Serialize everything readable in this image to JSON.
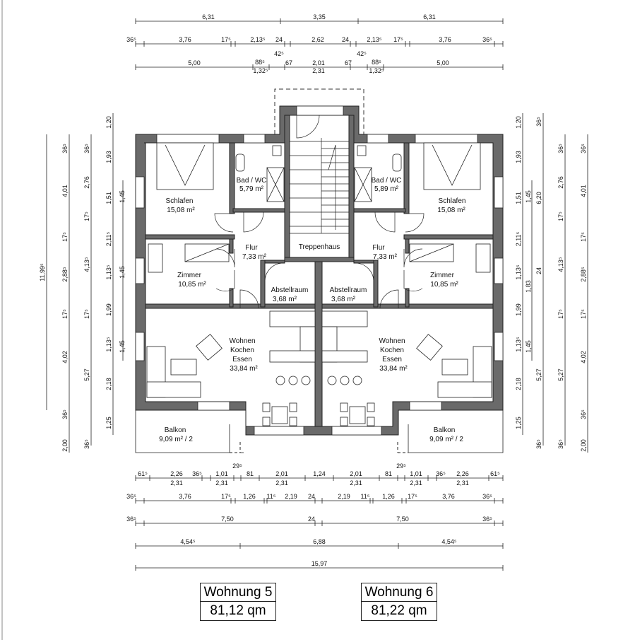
{
  "rooms": {
    "schlafen_l": {
      "name": "Schlafen",
      "area": "15,08 m²"
    },
    "bad_l": {
      "name": "Bad / WC",
      "area": "5,79 m²"
    },
    "flur_l": {
      "name": "Flur",
      "area": "7,33 m²"
    },
    "zimmer_l": {
      "name": "Zimmer",
      "area": "10,85 m²"
    },
    "abstell_l": {
      "name": "Abstellraum",
      "area": "3,68 m²"
    },
    "wohnen_l": {
      "name": "Wohnen",
      "name2": "Kochen",
      "name3": "Essen",
      "area": "33,84 m²"
    },
    "balkon_l": {
      "name": "Balkon",
      "area": "9,09 m² / 2"
    },
    "treppe": {
      "name": "Treppenhaus"
    },
    "schlafen_r": {
      "name": "Schlafen",
      "area": "15,08 m²"
    },
    "bad_r": {
      "name": "Bad / WC",
      "area": "5,89 m²"
    },
    "flur_r": {
      "name": "Flur",
      "area": "7,33 m²"
    },
    "zimmer_r": {
      "name": "Zimmer",
      "area": "10,85 m²"
    },
    "abstell_r": {
      "name": "Abstellraum",
      "area": "3,68 m²"
    },
    "wohnen_r": {
      "name": "Wohnen",
      "name2": "Kochen",
      "name3": "Essen",
      "area": "33,84 m²"
    },
    "balkon_r": {
      "name": "Balkon",
      "area": "9,09 m² / 2"
    }
  },
  "units": [
    {
      "title": "Wohnung 5",
      "area": "81,12 qm"
    },
    {
      "title": "Wohnung 6",
      "area": "81,22 qm"
    }
  ],
  "dims": {
    "top1": [
      "6,31",
      "3,35",
      "6,31"
    ],
    "top2": [
      "36⁵",
      "3,76",
      "17⁵",
      "2,13⁵",
      "24",
      "2,62",
      "24",
      "2,13⁵",
      "17⁵",
      "3,76",
      "36⁵"
    ],
    "top3_small": [
      "42⁵",
      "88⁵",
      "1,32⁵",
      "42⁵",
      "88⁵",
      "1,32⁵"
    ],
    "top3": [
      "5,00",
      "67",
      "2,01",
      "67",
      "5,00"
    ],
    "top3_sub": [
      "2,31"
    ],
    "bot1": [
      "61⁵",
      "2,26",
      "36⁵",
      "1,01",
      "29⁵",
      "81",
      "2,01",
      "1,24",
      "2,01",
      "81",
      "29⁵",
      "1,01",
      "36⁵",
      "2,26",
      "61⁵"
    ],
    "bot1_sub": [
      "2,31",
      "2,31",
      "2,31",
      "2,31",
      "2,31",
      "2,31"
    ],
    "bot2": [
      "36⁵",
      "3,76",
      "17⁵",
      "1,26",
      "11⁵",
      "2,19",
      "24",
      "2,19",
      "11⁵",
      "1,26",
      "17⁵",
      "3,76",
      "36⁵"
    ],
    "bot3": [
      "36⁵",
      "7,50",
      "24",
      "7,50",
      "36⁵"
    ],
    "bot4": [
      "4,54⁵",
      "6,88",
      "4,54⁵"
    ],
    "bot5": [
      "15,97"
    ],
    "left_outer": [
      "11,99⁵"
    ],
    "left2": [
      "36⁵",
      "4,01",
      "17⁵",
      "2,88⁵",
      "17⁵",
      "4,02",
      "36⁵",
      "2,00"
    ],
    "left3": [
      "36⁵",
      "2,76",
      "17⁵",
      "4,13⁵",
      "17⁵",
      "5,27",
      "36⁵"
    ],
    "left4": [
      "1,20",
      "1,93",
      "1,51",
      "2,11⁵",
      "1,13⁵",
      "1,99",
      "1,13⁵",
      "2,18",
      "1,25"
    ],
    "left5": [
      "1,45",
      "1,45",
      "1,45"
    ],
    "right1": [
      "1,20",
      "1,93",
      "1,51",
      "2,11⁵",
      "1,13⁵",
      "1,99",
      "1,13⁵",
      "2,18",
      "1,25"
    ],
    "right2": [
      "1,45",
      "1,83",
      "1,45"
    ],
    "right3": [
      "36⁵",
      "6,20",
      "24",
      "5,27",
      "36⁵"
    ],
    "right4": [
      "36⁵",
      "2,76",
      "17⁵",
      "4,13⁵",
      "17⁵",
      "5,27",
      "36⁵"
    ],
    "right5": [
      "36⁵",
      "4,01",
      "17⁵",
      "2,88⁵",
      "17⁵",
      "4,02",
      "36⁵",
      "2,00"
    ]
  }
}
